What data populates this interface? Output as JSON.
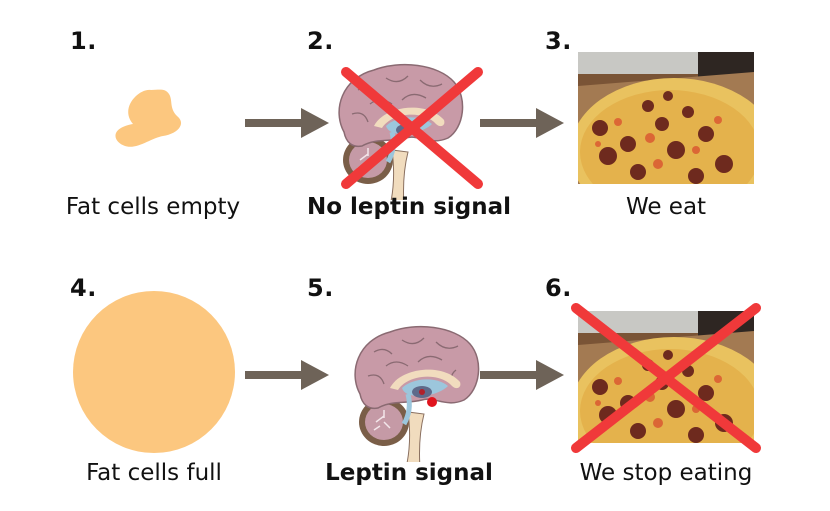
{
  "title": "Leptin signaling and eating behaviour",
  "colors": {
    "fat_cell": "#fcc77f",
    "arrow": "#6e6358",
    "cross": "#f0393a",
    "brain": "#c79aa6"
  },
  "steps": [
    {
      "number": "1.",
      "caption": "Fat cells empty",
      "icon": "small-fat-cell-icon",
      "crossed": false
    },
    {
      "number": "2.",
      "caption": "No leptin signal",
      "icon": "brain-icon",
      "crossed": true
    },
    {
      "number": "3.",
      "caption": "We eat",
      "icon": "pizza-photo",
      "crossed": false
    },
    {
      "number": "4.",
      "caption": "Fat cells full",
      "icon": "large-fat-cell-icon",
      "crossed": false
    },
    {
      "number": "5.",
      "caption": "Leptin signal",
      "icon": "brain-icon",
      "crossed": false
    },
    {
      "number": "6.",
      "caption": "We stop eating",
      "icon": "pizza-photo",
      "crossed": true
    }
  ]
}
